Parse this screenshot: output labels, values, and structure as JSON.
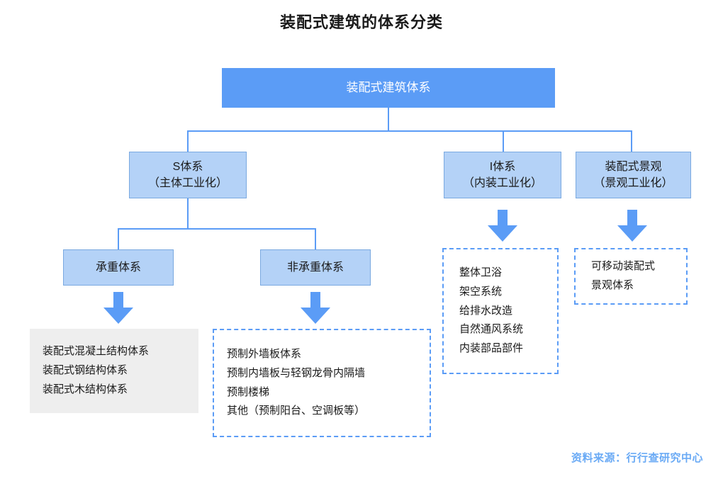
{
  "page": {
    "title": "装配式建筑的体系分类",
    "source": "资料来源：行行查研究中心",
    "accent_color": "#5b9cf6",
    "node_fill_color": "#b4d2f7",
    "panel_grey_color": "#eeeeee",
    "source_color": "#6aaaf5"
  },
  "diagram": {
    "type": "tree",
    "root": {
      "label": "装配式建筑体系"
    },
    "level2": [
      {
        "id": "s-system",
        "line1": "S体系",
        "line2": "（主体工业化）"
      },
      {
        "id": "i-system",
        "line1": "I体系",
        "line2": "（内装工业化）"
      },
      {
        "id": "landscape-system",
        "line1": "装配式景观",
        "line2": "（景观工业化）"
      }
    ],
    "level3": [
      {
        "id": "load-bearing",
        "label": "承重体系"
      },
      {
        "id": "non-load-bearing",
        "label": "非承重体系"
      }
    ],
    "panels": [
      {
        "id": "load-bearing-items",
        "style": "grey",
        "items": [
          "装配式混凝土结构体系",
          "装配式钢结构体系",
          "装配式木结构体系"
        ]
      },
      {
        "id": "non-load-bearing-items",
        "style": "dashed",
        "items": [
          "预制外墙板体系",
          "预制内墙板与轻钢龙骨内隔墙",
          "预制楼梯",
          "其他（预制阳台、空调板等）"
        ]
      },
      {
        "id": "interior-items",
        "style": "dashed",
        "items": [
          "整体卫浴",
          "架空系统",
          "给排水改造",
          "自然通风系统",
          "内装部品部件"
        ]
      },
      {
        "id": "landscape-items",
        "style": "dashed",
        "items": [
          "可移动装配式",
          "景观体系"
        ]
      }
    ]
  }
}
